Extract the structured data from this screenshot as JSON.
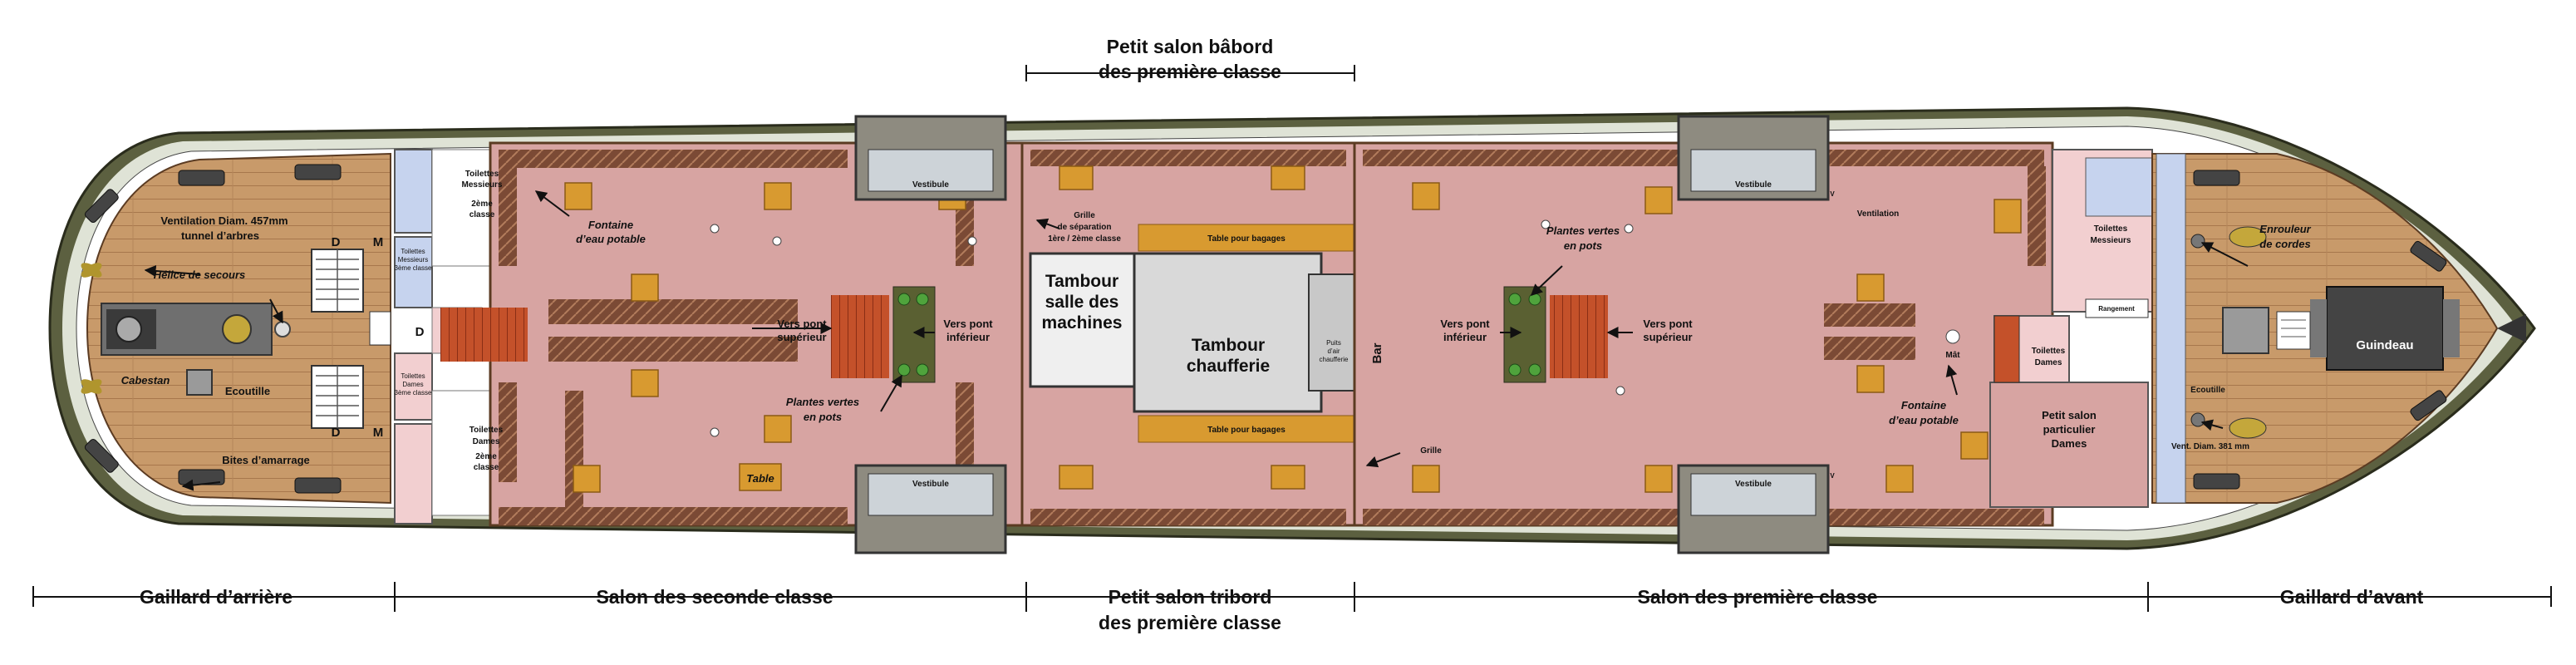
{
  "top_labels": {
    "petit_salon_babord_1": "Petit salon bâbord",
    "petit_salon_babord_2": "des première classe"
  },
  "bottom_sections": {
    "gaillard_arriere": "Gaillard d’arrière",
    "salon_seconde": "Salon des seconde classe",
    "petit_salon_tribord_1": "Petit salon tribord",
    "petit_salon_tribord_2": "des première classe",
    "salon_premiere": "Salon des première classe",
    "gaillard_avant": "Gaillard d’avant"
  },
  "aft_labels": {
    "ventilation_1": "Ventilation Diam. 457mm",
    "ventilation_2": "tunnel d’arbres",
    "helice": "Hélice de secours",
    "cabestan": "Cabestan",
    "ecoutille": "Ecoutille",
    "bites": "Bites d’amarrage",
    "d_top": "D",
    "m_top": "M",
    "d_bottom": "D",
    "m_bottom": "M",
    "d_mid": "D"
  },
  "seconde_labels": {
    "toilettes_messieurs_2_1": "Toilettes",
    "toilettes_messieurs_2_2": "Messieurs",
    "toilettes_messieurs_2_3": "2ème",
    "toilettes_messieurs_2_4": "classe",
    "toilettes_messieurs_3_1": "Toilettes",
    "toilettes_messieurs_3_2": "Messieurs",
    "toilettes_messieurs_3_3": "3ème classe",
    "toilettes_dames_3_1": "Toilettes",
    "toilettes_dames_3_2": "Dames",
    "toilettes_dames_3_3": "3ème classe",
    "toilettes_dames_2_1": "Toilettes",
    "toilettes_dames_2_2": "Dames",
    "toilettes_dames_2_3": "2ème",
    "toilettes_dames_2_4": "classe",
    "fontaine_1": "Fontaine",
    "fontaine_2": "d’eau potable",
    "vers_sup_1": "Vers pont",
    "vers_sup_2": "supérieur",
    "vers_inf_1": "Vers pont",
    "vers_inf_2": "inférieur",
    "plantes_1": "Plantes vertes",
    "plantes_2": "en pots",
    "table": "Table",
    "vestibule_top": "Vestibule",
    "vestibule_bottom": "Vestibule"
  },
  "center_labels": {
    "grille_sep_1": "Grille",
    "grille_sep_2": "de séparation",
    "grille_sep_3": "1ère / 2ème classe",
    "table_bagages_top": "Table pour bagages",
    "table_bagages_bottom": "Table pour bagages",
    "tambour_machines_1": "Tambour",
    "tambour_machines_2": "salle des",
    "tambour_machines_3": "machines",
    "tambour_chaufferie_1": "Tambour",
    "tambour_chaufferie_2": "chaufferie",
    "puits_1": "Puits",
    "puits_2": "d’air",
    "puits_3": "chaufferie",
    "bar": "Bar",
    "grille": "Grille"
  },
  "premiere_labels": {
    "plantes_1": "Plantes vertes",
    "plantes_2": "en pots",
    "vers_inf_1": "Vers pont",
    "vers_inf_2": "inférieur",
    "vers_sup_1": "Vers pont",
    "vers_sup_2": "supérieur",
    "vestibule_top": "Vestibule",
    "vestibule_bottom": "Vestibule",
    "ventilation": "Ventilation",
    "mat": "Mât",
    "toilettes_messieurs_1": "Toilettes",
    "toilettes_messieurs_2": "Messieurs",
    "rangement": "Rangement",
    "toilettes_dames_1": "Toilettes",
    "toilettes_dames_2": "Dames",
    "fontaine_1": "Fontaine",
    "fontaine_2": "d’eau potable",
    "petit_salon_1": "Petit salon",
    "petit_salon_2": "particulier",
    "petit_salon_3": "Dames",
    "v_top": "V",
    "v_bottom": "V"
  },
  "fore_labels": {
    "enrouleur_1": "Enrouleur",
    "enrouleur_2": "de cordes",
    "guindeau": "Guindeau",
    "ecoutille": "Ecoutille",
    "vent_1": "Vent. Diam. 381 mm"
  },
  "colors": {
    "hull_dark": "#5c6040",
    "hull_light": "#d8ddd0",
    "wood_deck": "#c89a6a",
    "salon_floor": "#d7a4a2",
    "bench_brown": "#7b4a35",
    "vestibule": "#8e8b80",
    "table_gold": "#d89a30",
    "toilet_blue": "#c6d3ee",
    "toilet_pink": "#f2cfd0",
    "engine_grey": "#d9d9d9"
  }
}
